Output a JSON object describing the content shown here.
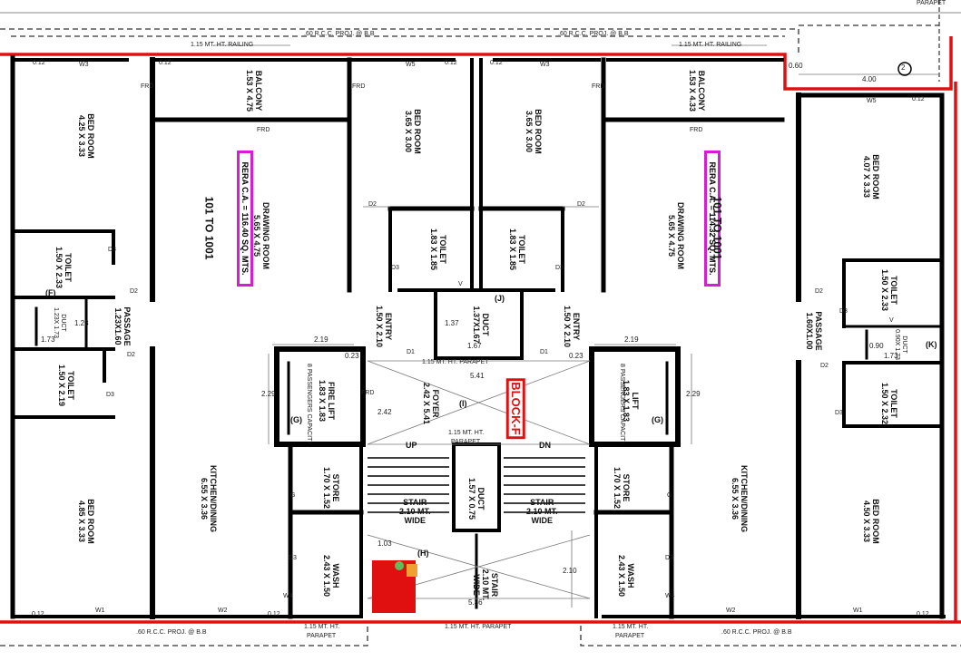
{
  "colors": {
    "wall": "#000000",
    "boundary": "#e01010",
    "rera_border": "#d21fd2",
    "dim_line": "#777777"
  },
  "projections": {
    "top_left": ".60 R.C.C. PROJ. @ B.B",
    "top_right": ".60 R.C.C. PROJ. @ B.B",
    "bottom_left": ".60 R.C.C. PROJ. @ B.B",
    "bottom_right": ".60 R.C.C. PROJ. @ B.B",
    "parapet_top": "PARAPET"
  },
  "railings": {
    "top_left": "1.15 MT. HT. RAILING",
    "top_right": "1.15 MT. HT. RAILING",
    "bottom_left": "1.15 MT. HT.",
    "bottom_left_2": "PARAPET",
    "bottom_center": "1.15 MT. HT. PARAPET",
    "bottom_right": "1.15 MT. HT.",
    "bottom_right_2": "PARAPET",
    "lobby": "1.15 MT. HT. PARAPET",
    "lobby_inner": "1.15 MT. HT.",
    "lobby_inner_2": "PARAPET"
  },
  "rooms": {
    "l_bed1": {
      "name": "BED ROOM",
      "size": "4.25 X 3.33"
    },
    "l_balcony": {
      "name": "BALCONY",
      "size": "1.53 X 4.75"
    },
    "l_drawing": {
      "name": "DRAWING ROOM",
      "size": "5.65 X 4.75"
    },
    "l_bed2": {
      "name": "BED ROOM",
      "size": "3.65 X 3.00"
    },
    "l_toilet1": {
      "name": "TOILET",
      "size": "1.50 X 2.33"
    },
    "l_toilet2": {
      "name": "TOILET",
      "size": "1.50 X 2.19"
    },
    "l_duct": {
      "name": "DUCT",
      "size": "1.23X 1.73"
    },
    "l_passage": {
      "name": "PASSAGE",
      "size": "1.23X1.60"
    },
    "l_bed3": {
      "name": "BED ROOM",
      "size": "4.85 X 3.33"
    },
    "l_kitchen": {
      "name": "KITCHEN/DINING",
      "size": "6.55 X 3.36"
    },
    "l_toilet3": {
      "name": "TOILET",
      "size": "1.83 X 1.85"
    },
    "l_entry": {
      "name": "ENTRY",
      "size": "1.50 X 2.10"
    },
    "l_store": {
      "name": "STORE",
      "size": "1.70 X 1.52"
    },
    "l_wash": {
      "name": "WASH",
      "size": "2.43 X 1.50"
    },
    "fire_lift": {
      "name": "FIRE LIFT",
      "size": "1.83 X 1.83",
      "note": "8 PASSENGERS CAPACITY",
      "tag": "(G)"
    },
    "foyer": {
      "name": "FOYER",
      "size": "2.42 X 5.41",
      "tag": "(I)"
    },
    "lift": {
      "name": "LIFT",
      "size": "1.83 X 1.83",
      "note": "8 PASSENGERS CAPACITY",
      "tag": "(G)"
    },
    "c_duct": {
      "name": "DUCT",
      "size": "1.37X1.67",
      "tag": "(J)"
    },
    "c_duct2": {
      "name": "DUCT",
      "size": "1.57 X 0.75"
    },
    "stair_l": {
      "name": "STAIR",
      "size": "2.10 MT.",
      "w": "WIDE"
    },
    "stair_r": {
      "name": "STAIR",
      "size": "2.10 MT.",
      "w": "WIDE"
    },
    "stair_c": {
      "name": "STAIR",
      "size": "2.10 MT.",
      "w": "WIDE"
    },
    "r_bed2": {
      "name": "BED ROOM",
      "size": "3.65 X 3.00"
    },
    "r_toilet3": {
      "name": "TOILET",
      "size": "1.83 X 1.85"
    },
    "r_entry": {
      "name": "ENTRY",
      "size": "1.50 X 2.10"
    },
    "r_balcony": {
      "name": "BALCONY",
      "size": "1.53 X 4.33"
    },
    "r_drawing": {
      "name": "DRAWING ROOM",
      "size": "5.65 X 4.75"
    },
    "r_bed1": {
      "name": "BED ROOM",
      "size": "4.07 X 3.33"
    },
    "r_toilet1": {
      "name": "TOILET",
      "size": "1.50 X 2.33"
    },
    "r_toilet2": {
      "name": "TOILET",
      "size": "1.50 X 2.32"
    },
    "r_duct": {
      "name": "DUCT",
      "size": "0.90X 1.73",
      "tag": "(K)"
    },
    "r_passage": {
      "name": "PASSAGE",
      "size": "1.60X1.00"
    },
    "r_kitchen": {
      "name": "KITCHEN/DINING",
      "size": "6.55 X 3.36"
    },
    "r_store": {
      "name": "STORE",
      "size": "1.70 X 1.52"
    },
    "r_wash": {
      "name": "WASH",
      "size": "2.43 X 1.50"
    },
    "r_bed3": {
      "name": "BED ROOM",
      "size": "4.50 X 3.33"
    }
  },
  "rera": {
    "left": {
      "area": "RERA C.A. = 116.40 SQ. MTS.",
      "units": "101 TO 1001"
    },
    "right": {
      "area": "RERA C.A. = 114.32 SQ. MTS.",
      "units": "101 TO 1001"
    }
  },
  "block_label": "BLOCK-F",
  "dims": {
    "d219a": "2.19",
    "d219b": "2.19",
    "d541": "5.41",
    "d229a": "2.29",
    "d229b": "2.29",
    "d242": "2.42",
    "d167": "1.67",
    "d173": "1.73",
    "d400": "4.00",
    "d210": "2.10",
    "d536": "5.36",
    "d103": "1.03",
    "d060": "0.60",
    "d090": "0.90",
    "d137": "1.37",
    "d123": "1.23",
    "d173b": "1.73",
    "d023": "0.23",
    "d023b": "0.23"
  },
  "markers": {
    "circle2": "2",
    "up": "UP",
    "dn": "DN",
    "h": "(H)",
    "f": "(F)"
  },
  "door_tags": {
    "w3": "W3",
    "w3b": "W3",
    "w5": "W5",
    "w5b": "W5",
    "frd1": "FRD",
    "frd2": "FRD",
    "frd3": "FRD",
    "frd4": "FRD",
    "frd5": "FRD",
    "frd6": "FRD",
    "d2a": "D2",
    "d2b": "D2",
    "d2c": "D2",
    "d2d": "D2",
    "d2e": "D2",
    "d2f": "D2",
    "d3a": "D3",
    "d3b": "D3",
    "d3c": "D3",
    "d3d": "D3",
    "d3e": "D3",
    "d3f": "D3",
    "d3g": "D3",
    "d3h": "D3",
    "d1a": "D1",
    "d1b": "D1",
    "w1a": "W1",
    "w1b": "W1",
    "w2a": "W2",
    "w2b": "W2",
    "w4a": "W4",
    "w4b": "W4",
    "ga": "G",
    "gb": "G",
    "v1": "V",
    "v2": "V",
    "th1": "0.12",
    "th2": "0.12",
    "th3": "0.12",
    "th4": "0.12",
    "th5": "0.12",
    "th6": "0.12",
    "th7": "0.12",
    "th8": "0.12"
  }
}
